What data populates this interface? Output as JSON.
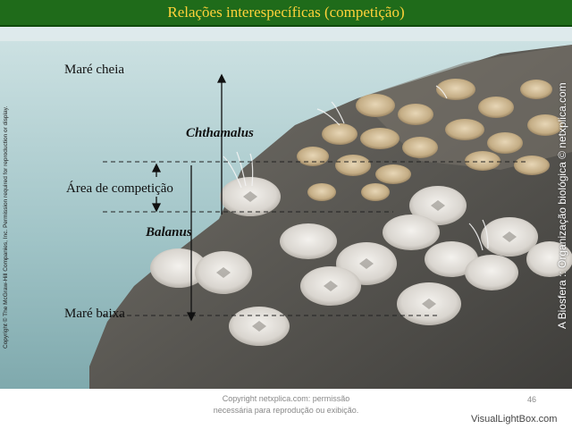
{
  "slide": {
    "title": "Relações interespecíficas (competição)",
    "labels": {
      "mare_cheia": "Maré cheia",
      "area_competicao": "Área de competição",
      "mare_baixa": "Maré baixa",
      "chthamalus": "Chthamalus",
      "balanus": "Balanus"
    },
    "credit_left": "Copyright © The McGraw-Hill Companies, Inc. Permission required for reproduction or display.",
    "credit_right": "A Biosfera :: Organização biológica © netxplica.com",
    "footer_line1": "Copyright netxplica.com: permissão",
    "footer_line2": "necessária para reprodução ou exibição.",
    "page_number": "46",
    "watermark": "VisualLightBox.com"
  },
  "colors": {
    "title_bg": "#1f6b1a",
    "title_text": "#ffd23a",
    "water": "#9fc3c6",
    "rock": "#5a5853"
  }
}
